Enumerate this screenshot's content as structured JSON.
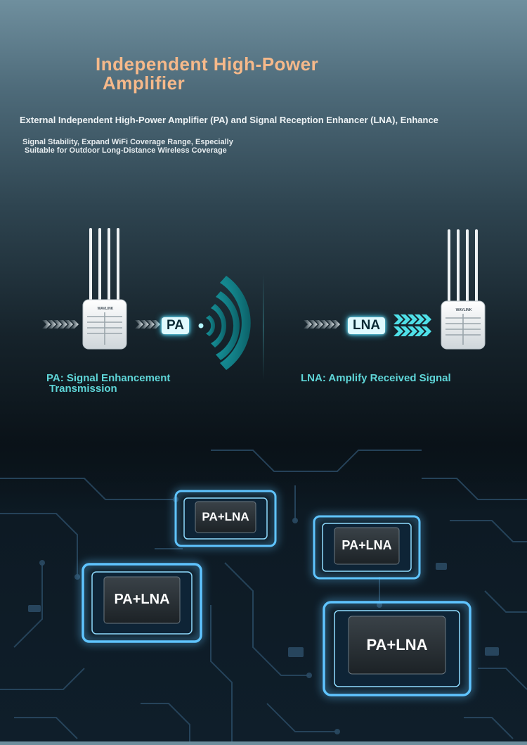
{
  "header": {
    "title_line1": "Independent High-Power",
    "title_line2": "Amplifier",
    "subtitle_line1": "External Independent High-Power Amplifier (PA) and Signal Reception Enhancer (LNA), Enhance",
    "subtitle_line2": "Signal Stability, Expand WiFi Coverage Range, Especially",
    "subtitle_line3": "Suitable for Outdoor Long-Distance Wireless Coverage"
  },
  "diagram": {
    "pa_badge": "PA",
    "lna_badge": "LNA",
    "device_logo": "WAVLINK",
    "pa_caption_line1": "PA: Signal Enhancement",
    "pa_caption_line2": "Transmission",
    "lna_caption": "LNA: Amplify Received Signal"
  },
  "chips": [
    {
      "label": "PA+LNA"
    },
    {
      "label": "PA+LNA"
    },
    {
      "label": "PA+LNA"
    },
    {
      "label": "PA+LNA"
    }
  ],
  "colors": {
    "title": "#f6b98a",
    "accent_teal": "#5fd6d8",
    "glow_blue": "#3fb4ff"
  }
}
